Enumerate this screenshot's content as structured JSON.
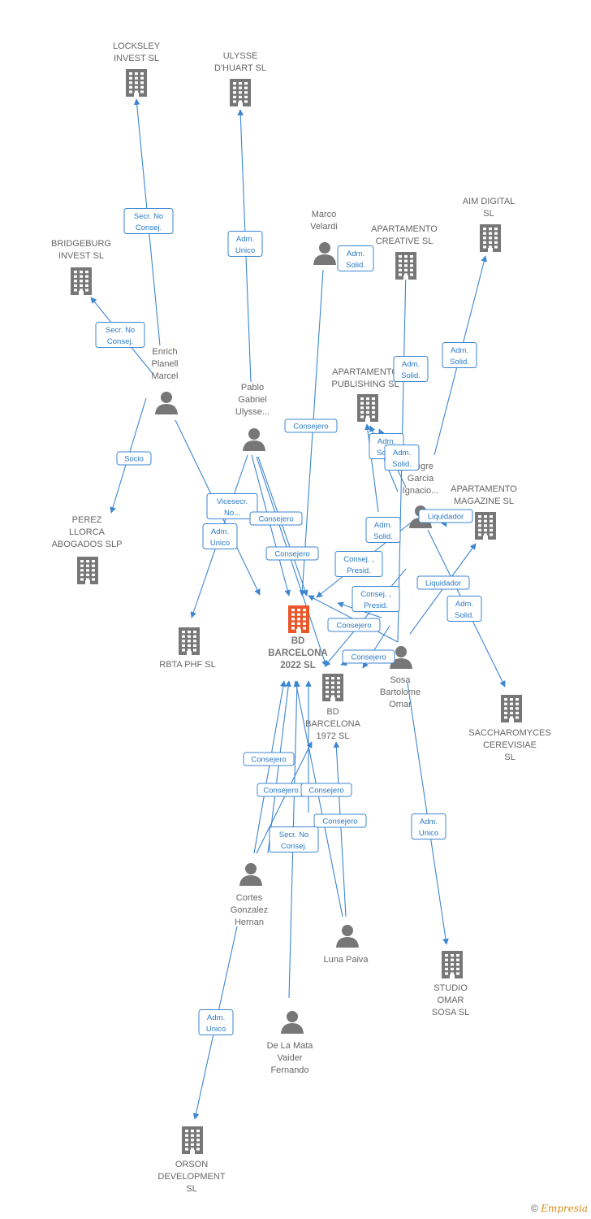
{
  "diagram": {
    "colors": {
      "edge": "#3d86d1",
      "node": "#777777",
      "focus": "#e8562a"
    },
    "nodes": [
      {
        "id": "locksley",
        "kind": "company",
        "lines": [
          "LOCKSLEY",
          "INVEST  SL"
        ]
      },
      {
        "id": "ulysse",
        "kind": "company",
        "lines": [
          "ULYSSE",
          "D'HUART SL"
        ]
      },
      {
        "id": "bridgeburg",
        "kind": "company",
        "lines": [
          "BRIDGEBURG",
          "INVEST  SL"
        ]
      },
      {
        "id": "marco",
        "kind": "person",
        "lines": [
          "Marco",
          "Velardi"
        ]
      },
      {
        "id": "creative",
        "kind": "company",
        "lines": [
          "APARTAMENTO",
          "CREATIVE  SL"
        ]
      },
      {
        "id": "aim",
        "kind": "company",
        "lines": [
          "AIM DIGITAL",
          "SL"
        ]
      },
      {
        "id": "enrich",
        "kind": "person",
        "lines": [
          "Enrich",
          "Planell",
          "Marcel"
        ]
      },
      {
        "id": "publishing",
        "kind": "company",
        "lines": [
          "APARTAMENTO",
          "PUBLISHING SL"
        ]
      },
      {
        "id": "pablo",
        "kind": "person",
        "lines": [
          "Pablo",
          "Gabriel",
          "Ulysse..."
        ]
      },
      {
        "id": "alegre",
        "kind": "person",
        "lines": [
          "Alegre",
          "Garcia",
          "Ignacio..."
        ]
      },
      {
        "id": "magazine",
        "kind": "company",
        "lines": [
          "APARTAMENTO",
          "MAGAZINE SL"
        ]
      },
      {
        "id": "perez",
        "kind": "company",
        "lines": [
          "PEREZ",
          "LLORCA",
          "ABOGADOS  SLP"
        ]
      },
      {
        "id": "bd2022",
        "kind": "focus",
        "lines": [
          "BD",
          "BARCELONA",
          "2022  SL"
        ]
      },
      {
        "id": "rbta",
        "kind": "company",
        "lines": [
          "RBTA PHF  SL"
        ]
      },
      {
        "id": "bd1972",
        "kind": "company",
        "lines": [
          "BD",
          "BARCELONA",
          "1972 SL"
        ]
      },
      {
        "id": "sosa",
        "kind": "person",
        "lines": [
          "Sosa",
          "Bartolome",
          "Omar"
        ]
      },
      {
        "id": "saccharo",
        "kind": "company",
        "lines": [
          "SACCHAROMYCES",
          "CEREVISIAE",
          "SL"
        ]
      },
      {
        "id": "cortes",
        "kind": "person",
        "lines": [
          "Cortes",
          "Gonzalez",
          "Hernan"
        ]
      },
      {
        "id": "luna",
        "kind": "person",
        "lines": [
          "Luna Paiva"
        ]
      },
      {
        "id": "studio",
        "kind": "company",
        "lines": [
          "STUDIO",
          "OMAR",
          "SOSA  SL"
        ]
      },
      {
        "id": "delamata",
        "kind": "person",
        "lines": [
          "De La Mata",
          "Vaider",
          "Fernando"
        ]
      },
      {
        "id": "orson",
        "kind": "company",
        "lines": [
          "ORSON",
          "DEVELOPMENT",
          "SL"
        ]
      }
    ],
    "edge_labels": [
      {
        "id": "e1",
        "lines": [
          "Secr.  No",
          "Consej."
        ]
      },
      {
        "id": "e2",
        "lines": [
          "Adm.",
          "Unico"
        ]
      },
      {
        "id": "e3",
        "lines": [
          "Adm.",
          "Solid."
        ]
      },
      {
        "id": "e4",
        "lines": [
          "Adm.",
          "Solid."
        ]
      },
      {
        "id": "e5",
        "lines": [
          "Secr.  No",
          "Consej."
        ]
      },
      {
        "id": "e6",
        "lines": [
          "Adm.",
          "Solid."
        ]
      },
      {
        "id": "e7",
        "lines": [
          "Consejero"
        ]
      },
      {
        "id": "e8",
        "lines": [
          "Adm.",
          "Solid."
        ]
      },
      {
        "id": "e9",
        "lines": [
          "Adm.",
          "Solid."
        ]
      },
      {
        "id": "e10",
        "lines": [
          "Socio"
        ]
      },
      {
        "id": "e11",
        "lines": [
          "Vicesecr.",
          "No..."
        ]
      },
      {
        "id": "e12",
        "lines": [
          "Consejero"
        ]
      },
      {
        "id": "e13",
        "lines": [
          "Adm.",
          "Unico"
        ]
      },
      {
        "id": "e14",
        "lines": [
          "Consejero"
        ]
      },
      {
        "id": "e15",
        "lines": [
          "Adm.",
          "Solid."
        ]
      },
      {
        "id": "e16",
        "lines": [
          "Liquidador"
        ]
      },
      {
        "id": "e17",
        "lines": [
          "Consej. ,",
          "Presid."
        ]
      },
      {
        "id": "e18",
        "lines": [
          "Liquidador"
        ]
      },
      {
        "id": "e19",
        "lines": [
          "Consej. ,",
          "Presid."
        ]
      },
      {
        "id": "e20",
        "lines": [
          "Adm.",
          "Solid."
        ]
      },
      {
        "id": "e21",
        "lines": [
          "Consejero"
        ]
      },
      {
        "id": "e22",
        "lines": [
          "Consejero"
        ]
      },
      {
        "id": "e23",
        "lines": [
          "Consejero"
        ]
      },
      {
        "id": "e24",
        "lines": [
          "Consejero"
        ]
      },
      {
        "id": "e25",
        "lines": [
          "Consejero"
        ]
      },
      {
        "id": "e26",
        "lines": [
          "Adm.",
          "Unico"
        ]
      },
      {
        "id": "e27",
        "lines": [
          "Consejero"
        ]
      },
      {
        "id": "e28",
        "lines": [
          "Secr.  No",
          "Consej."
        ]
      },
      {
        "id": "e29",
        "lines": [
          "Adm.",
          "Unico"
        ]
      }
    ]
  },
  "footer": {
    "copyright": "©",
    "brand": "Empresia"
  }
}
